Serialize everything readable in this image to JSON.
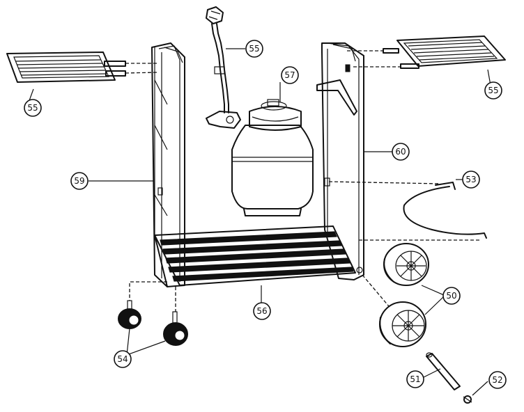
{
  "parts": {
    "side_shelf_left": "55",
    "side_shelf_right": "55",
    "gas_regulator_hose": "55",
    "propane_tank": "57",
    "cart_frame_left": "59",
    "cart_frame_right": "60",
    "tank_retainer_wire": "53",
    "bottom_shelf": "56",
    "wheel": "50",
    "axle": "51",
    "axle_cap": "52",
    "caster": "54"
  }
}
